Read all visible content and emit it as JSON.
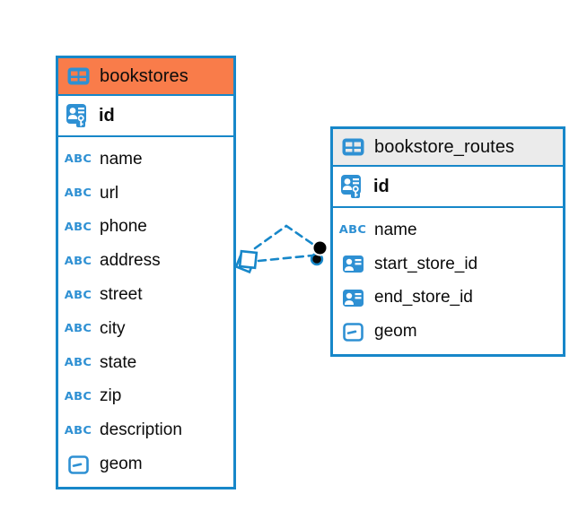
{
  "colors": {
    "accent_blue": "#1787C9",
    "icon_blue": "#2E90D3",
    "header_orange": "#F97C4A",
    "header_gray": "#EBEBEB",
    "endpoint_black": "#000000"
  },
  "icons": {
    "text_type_label": "ABC"
  },
  "tables": [
    {
      "name": "bookstores",
      "header_color": "#F97C4A",
      "primary_key": {
        "name": "id"
      },
      "columns": [
        {
          "name": "name",
          "type": "text"
        },
        {
          "name": "url",
          "type": "text"
        },
        {
          "name": "phone",
          "type": "text"
        },
        {
          "name": "address",
          "type": "text"
        },
        {
          "name": "street",
          "type": "text"
        },
        {
          "name": "city",
          "type": "text"
        },
        {
          "name": "state",
          "type": "text"
        },
        {
          "name": "zip",
          "type": "text"
        },
        {
          "name": "description",
          "type": "text"
        },
        {
          "name": "geom",
          "type": "geometry"
        }
      ]
    },
    {
      "name": "bookstore_routes",
      "header_color": "#EBEBEB",
      "primary_key": {
        "name": "id"
      },
      "columns": [
        {
          "name": "name",
          "type": "text"
        },
        {
          "name": "start_store_id",
          "type": "foreign-key"
        },
        {
          "name": "end_store_id",
          "type": "foreign-key"
        },
        {
          "name": "geom",
          "type": "geometry"
        }
      ]
    }
  ],
  "relationship": {
    "style": "dashed",
    "line_count": 2,
    "source_table": "bookstores",
    "target_table": "bookstore_routes"
  }
}
